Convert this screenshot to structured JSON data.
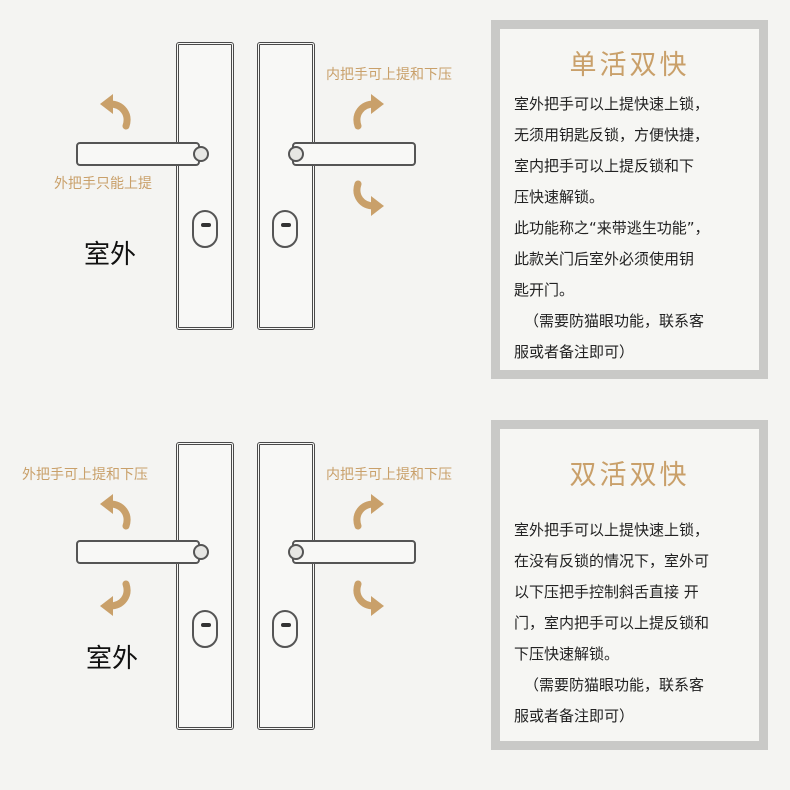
{
  "sections": [
    {
      "outside_label": "室外",
      "left_caption": "外把手只能上提",
      "right_caption": "内把手可上提和下压",
      "panel": {
        "title": "单活双快",
        "lines": [
          "室外把手可以上提快速上锁，",
          "无须用钥匙反锁，方便快捷，",
          "室内把手可以上提反锁和下",
          "压快速解锁。",
          "此功能称之“来带逃生功能”，",
          "此款关门后室外必须使用钥",
          "匙开门。",
          "（需要防猫眼功能，联系客",
          "服或者备注即可）"
        ]
      }
    },
    {
      "outside_label": "室外",
      "left_caption": "外把手可上提和下压",
      "right_caption": "内把手可上提和下压",
      "panel": {
        "title": "双活双快",
        "lines": [
          "室外把手可以上提快速上锁，",
          "在没有反锁的情况下，室外可",
          "以下压把手控制斜舌直接 开",
          "门，室内把手可以上提反锁和",
          "下压快速解锁。",
          "（需要防猫眼功能，联系客",
          "服或者备注即可）"
        ]
      }
    }
  ],
  "icons": {
    "arrow_up": "curved-arrow-up-icon",
    "arrow_down": "curved-arrow-down-icon"
  },
  "colors": {
    "accent": "#c9a06a",
    "panel_border": "#c9c9c7",
    "line": "#4a4a4a"
  }
}
